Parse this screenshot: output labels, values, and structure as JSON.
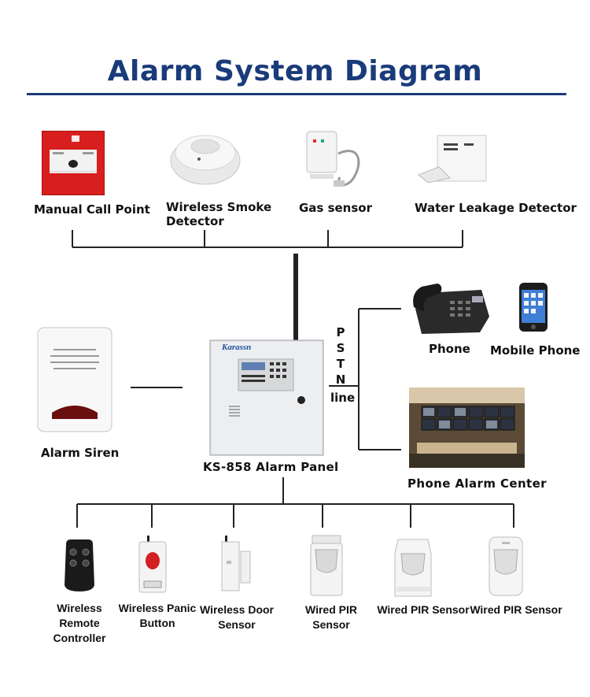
{
  "title": "Alarm System Diagram",
  "top_devices": [
    {
      "label": "Manual Call Point"
    },
    {
      "label": "Wireless Smoke Detector",
      "line1": "Wireless Smoke",
      "line2": "Detector"
    },
    {
      "label": "Gas sensor"
    },
    {
      "label": "Water Leakage Detector"
    }
  ],
  "siren": {
    "label": "Alarm Siren"
  },
  "panel": {
    "label": "KS-858 Alarm Panel",
    "brand": "Karassn"
  },
  "pstn": {
    "letters": [
      "P",
      "S",
      "T",
      "N"
    ],
    "line": "line"
  },
  "right_devices": {
    "phone": "Phone",
    "mobile": "Mobile Phone",
    "center": "Phone Alarm Center"
  },
  "bottom_devices": [
    {
      "line1": "Wireless Remote",
      "line2": "Controller"
    },
    {
      "line1": "Wireless Panic",
      "line2": "Button"
    },
    {
      "line1": "Wireless Door",
      "line2": "Sensor"
    },
    {
      "line1": "Wired PIR Sensor"
    },
    {
      "line1": "Wired PIR Sensor"
    },
    {
      "line1": "Wired PIR Sensor"
    }
  ],
  "colors": {
    "title": "#1a3b7a",
    "line": "#222222"
  }
}
